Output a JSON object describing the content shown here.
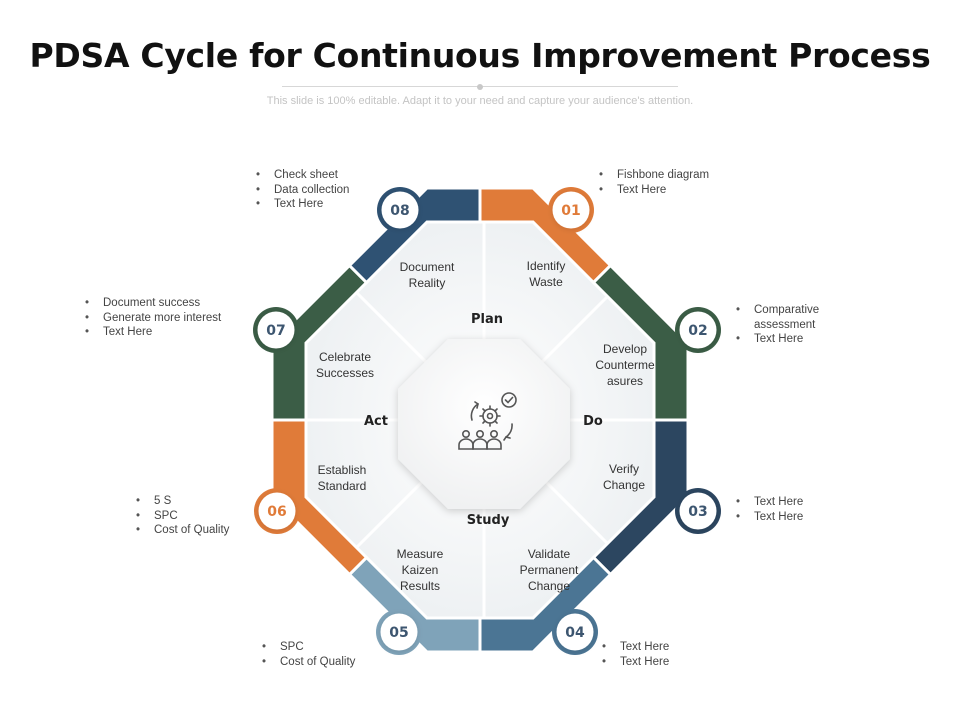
{
  "title": "PDSA Cycle for Continuous Improvement Process",
  "subtitle": "This slide is 100% editable. Adapt it to your need and capture your audience's attention.",
  "center_icon": "team-gears-icon",
  "quadrants": [
    {
      "label": "Plan"
    },
    {
      "label": "Do"
    },
    {
      "label": "Study"
    },
    {
      "label": "Act"
    }
  ],
  "steps": [
    {
      "number": "01",
      "text": [
        "Identify",
        "Waste"
      ],
      "color": "#e07b39"
    },
    {
      "number": "02",
      "text": [
        "Develop",
        "Counterme",
        "asures"
      ],
      "color": "#3b5d46"
    },
    {
      "number": "03",
      "text": [
        "Verify",
        "Change"
      ],
      "color": "#2c4660"
    },
    {
      "number": "04",
      "text": [
        "Validate",
        "Permanent",
        "Change"
      ],
      "color": "#4b7594"
    },
    {
      "number": "05",
      "text": [
        "Measure",
        "Kaizen",
        "Results"
      ],
      "color": "#7fa3b9"
    },
    {
      "number": "06",
      "text": [
        "Establish",
        "Standard"
      ],
      "color": "#e07b39"
    },
    {
      "number": "07",
      "text": [
        "Celebrate",
        "Successes"
      ],
      "color": "#3b5d46"
    },
    {
      "number": "08",
      "text": [
        "Document",
        "Reality"
      ],
      "color": "#2f5273"
    }
  ],
  "notes": [
    {
      "step": "01",
      "items": [
        "Fishbone diagram",
        "Text Here"
      ]
    },
    {
      "step": "02",
      "items": [
        "Comparative assessment",
        "Text Here"
      ]
    },
    {
      "step": "03",
      "items": [
        "Text Here",
        "Text Here"
      ]
    },
    {
      "step": "04",
      "items": [
        "Text Here",
        "Text Here"
      ]
    },
    {
      "step": "05",
      "items": [
        "SPC",
        "Cost of Quality"
      ]
    },
    {
      "step": "06",
      "items": [
        "5 S",
        "SPC",
        "Cost of Quality"
      ]
    },
    {
      "step": "07",
      "items": [
        "Document success",
        "Generate more interest",
        "Text Here"
      ]
    },
    {
      "step": "08",
      "items": [
        "Check sheet",
        "Data collection",
        "Text Here"
      ]
    }
  ],
  "colors": {
    "orange": "#e07b39",
    "dark_green": "#3b5d46",
    "navy": "#2c4660",
    "steel_blue": "#4b7594",
    "light_blue": "#7fa3b9",
    "marker_text": "#3d5670"
  }
}
